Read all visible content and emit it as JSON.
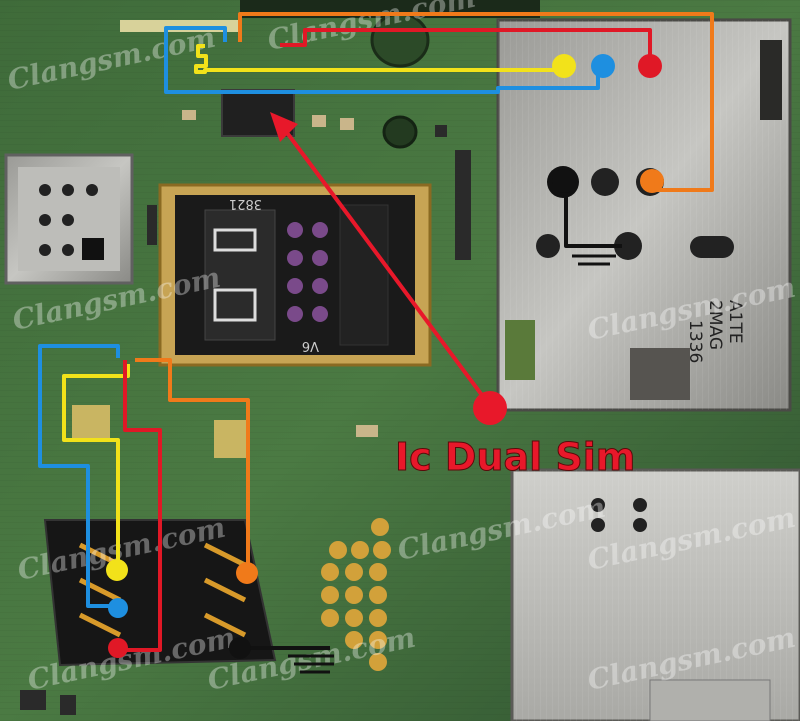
{
  "annotation": {
    "label": "Ic Dual Sim",
    "color": "#e8182a"
  },
  "watermark": {
    "text": "Clangsm.com"
  },
  "markings": {
    "slot_small_top": "3821",
    "slot_small_bottom": "V6",
    "slot_large_line1": "A1TE",
    "slot_large_line2": "2MAG",
    "slot_large_line3": "1336"
  },
  "trace_colors": {
    "blue": "#1e8fe0",
    "yellow": "#f2e21a",
    "red": "#e01826",
    "orange": "#f07a1a",
    "black": "#111111"
  }
}
